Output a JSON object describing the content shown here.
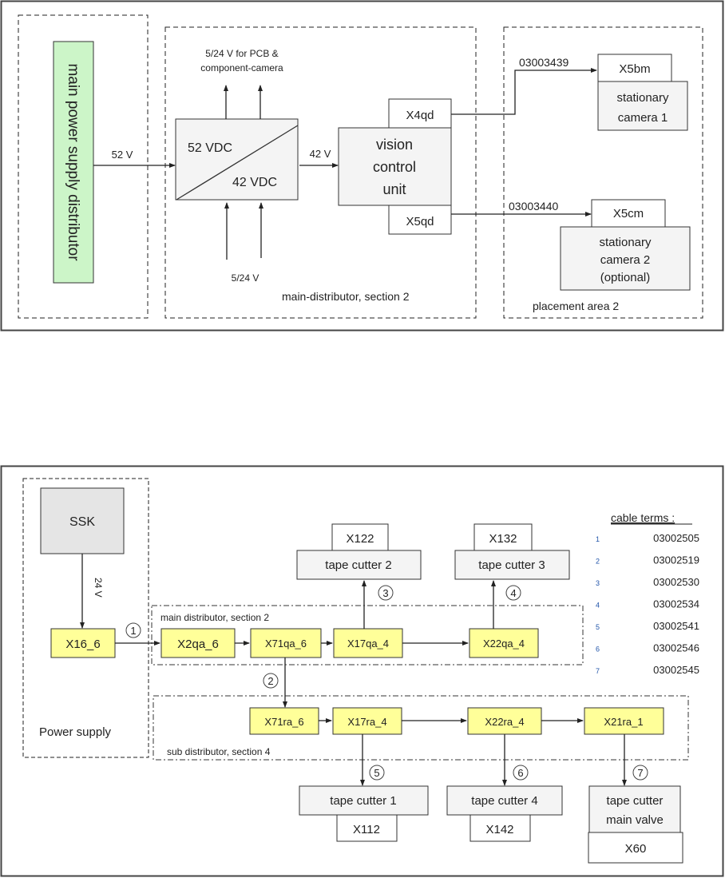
{
  "diagram1": {
    "power_distributor_label": "main power supply distributor",
    "v52_label": "52 V",
    "converter": {
      "top_label": "52 VDC",
      "bottom_label": "42 VDC"
    },
    "output_note_line1": "5/24 V for  PCB &",
    "output_note_line2": "component-camera",
    "input_note": "5/24 V",
    "v42_label": "42 V",
    "vcu": {
      "line1": "vision",
      "line2": "control",
      "line3": "unit",
      "port_top": "X4qd",
      "port_bottom": "X5qd"
    },
    "cable1": "03003439",
    "cable2": "03003440",
    "camera1": {
      "port": "X5bm",
      "line1": "stationary",
      "line2": "camera 1"
    },
    "camera2": {
      "port": "X5cm",
      "line1": "stationary",
      "line2": "camera 2",
      "line3": "(optional)"
    },
    "section_main_label": "main-distributor, section 2",
    "section_placement_label": "placement area 2"
  },
  "diagram2": {
    "ssk_label": "SSK",
    "v24_label": "24 V",
    "x16_label": "X16_6",
    "power_supply_label": "Power supply",
    "main_section_label": "main distributor, section 2",
    "sub_section_label": "sub distributor, section 4",
    "main_nodes": [
      "X2qa_6",
      "X71qa_6",
      "X17qa_4",
      "X22qa_4"
    ],
    "sub_nodes": [
      "X71ra_6",
      "X17ra_4",
      "X22ra_4",
      "X21ra_1"
    ],
    "tape_cutter_top": [
      {
        "port": "X122",
        "label": "tape cutter 2",
        "cable": "3"
      },
      {
        "port": "X132",
        "label": "tape cutter 3",
        "cable": "4"
      }
    ],
    "tape_cutter_bottom": [
      {
        "port": "X112",
        "label": "tape cutter 1",
        "cable": "5"
      },
      {
        "port": "X142",
        "label": "tape cutter 4",
        "cable": "6"
      },
      {
        "port": "X60",
        "label_line1": "tape cutter",
        "label_line2": "main valve",
        "cable": "7"
      }
    ],
    "cable_markers": {
      "c1": "1",
      "c2": "2"
    },
    "cable_terms": {
      "title": "cable terms :",
      "items": [
        {
          "n": "1",
          "code": "03002505"
        },
        {
          "n": "2",
          "code": "03002519"
        },
        {
          "n": "3",
          "code": "03002530"
        },
        {
          "n": "4",
          "code": "03002534"
        },
        {
          "n": "5",
          "code": "03002541"
        },
        {
          "n": "6",
          "code": "03002546"
        },
        {
          "n": "7",
          "code": "03002545"
        }
      ]
    }
  },
  "colors": {
    "green_box": "#ccf5c8",
    "yellow_box": "#ffff99",
    "grey_box": "#f2f2f2",
    "ssk_box": "#e5e5e5",
    "term_number": "#2255aa"
  }
}
